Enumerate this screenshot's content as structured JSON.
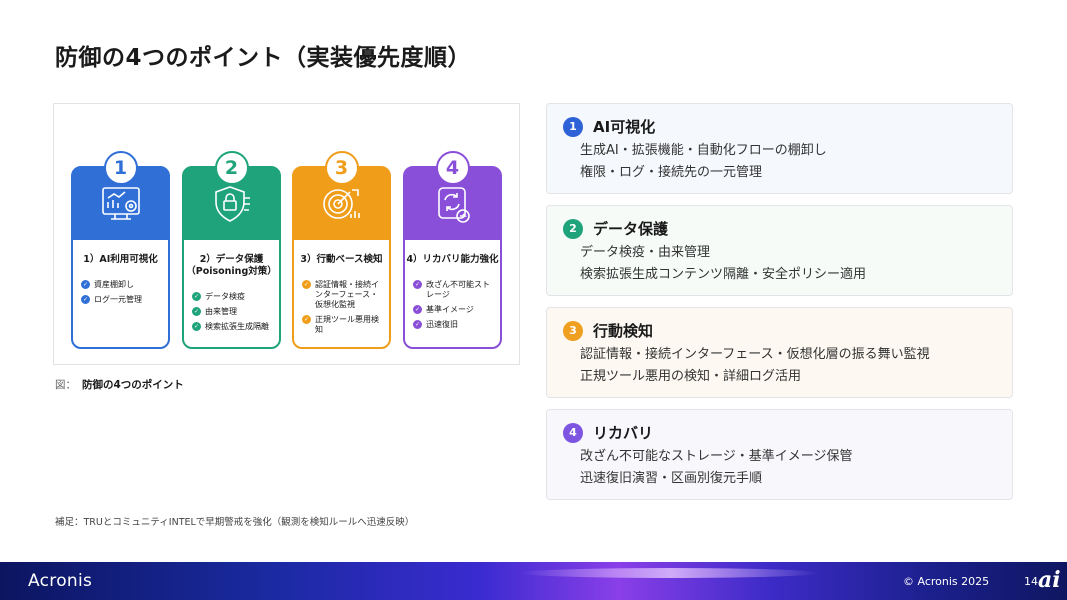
{
  "title": "防御の4つのポイント（実装優先度順）",
  "figure": {
    "cards": [
      {
        "num": "1",
        "title": "1）AI利用可視化",
        "color": "#2f6fd6",
        "items": [
          "資産棚卸し",
          "ログ一元管理"
        ],
        "icon": "monitor-chart-eye-icon"
      },
      {
        "num": "2",
        "title": "2）データ保護（Poisoning対策）",
        "color": "#1fa37a",
        "items": [
          "データ検疫",
          "由来管理",
          "検索拡張生成隔離"
        ],
        "icon": "shield-lock-icon"
      },
      {
        "num": "3",
        "title": "3）行動ベース検知",
        "color": "#f09d1a",
        "items": [
          "認証情報・接続インターフェース・仮想化監視",
          "正規ツール悪用検知"
        ],
        "icon": "radar-icon"
      },
      {
        "num": "4",
        "title": "4）リカバリ能力強化",
        "color": "#8a4fd8",
        "items": [
          "改ざん不可能ストレージ",
          "基準イメージ",
          "迅速復旧"
        ],
        "icon": "storage-restore-icon"
      }
    ],
    "caption_label": "図：",
    "caption": "防御の4つのポイント"
  },
  "points": [
    {
      "num": "1",
      "title": "AI可視化",
      "color": "#2f62d6",
      "bg": "#f5f8fd",
      "lines": [
        "生成AI・拡張機能・自動化フローの棚卸し",
        "権限・ログ・接続先の一元管理"
      ]
    },
    {
      "num": "2",
      "title": "データ保護",
      "color": "#1fa37a",
      "bg": "#f6fbf8",
      "lines": [
        "データ検疫・由来管理",
        "検索拡張生成コンテンツ隔離・安全ポリシー適用"
      ]
    },
    {
      "num": "3",
      "title": "行動検知",
      "color": "#f0a020",
      "bg": "#fdf9f2",
      "lines": [
        "認証情報・接続インターフェース・仮想化層の振る舞い監視",
        "正規ツール悪用の検知・詳細ログ活用"
      ]
    },
    {
      "num": "4",
      "title": "リカバリ",
      "color": "#7d55e0",
      "bg": "#f8f8fc",
      "lines": [
        "改ざん不可能なストレージ・基準イメージ保管",
        "迅速復旧演習・区画別復元手順"
      ]
    }
  ],
  "note": "補足：TRUとコミュニティINTELで早期警戒を強化（観測を検知ルールへ迅速反映）",
  "footer": {
    "logo": "Acronis",
    "copyright": "© Acronis 2025",
    "page": "14",
    "watermark": "ai"
  }
}
